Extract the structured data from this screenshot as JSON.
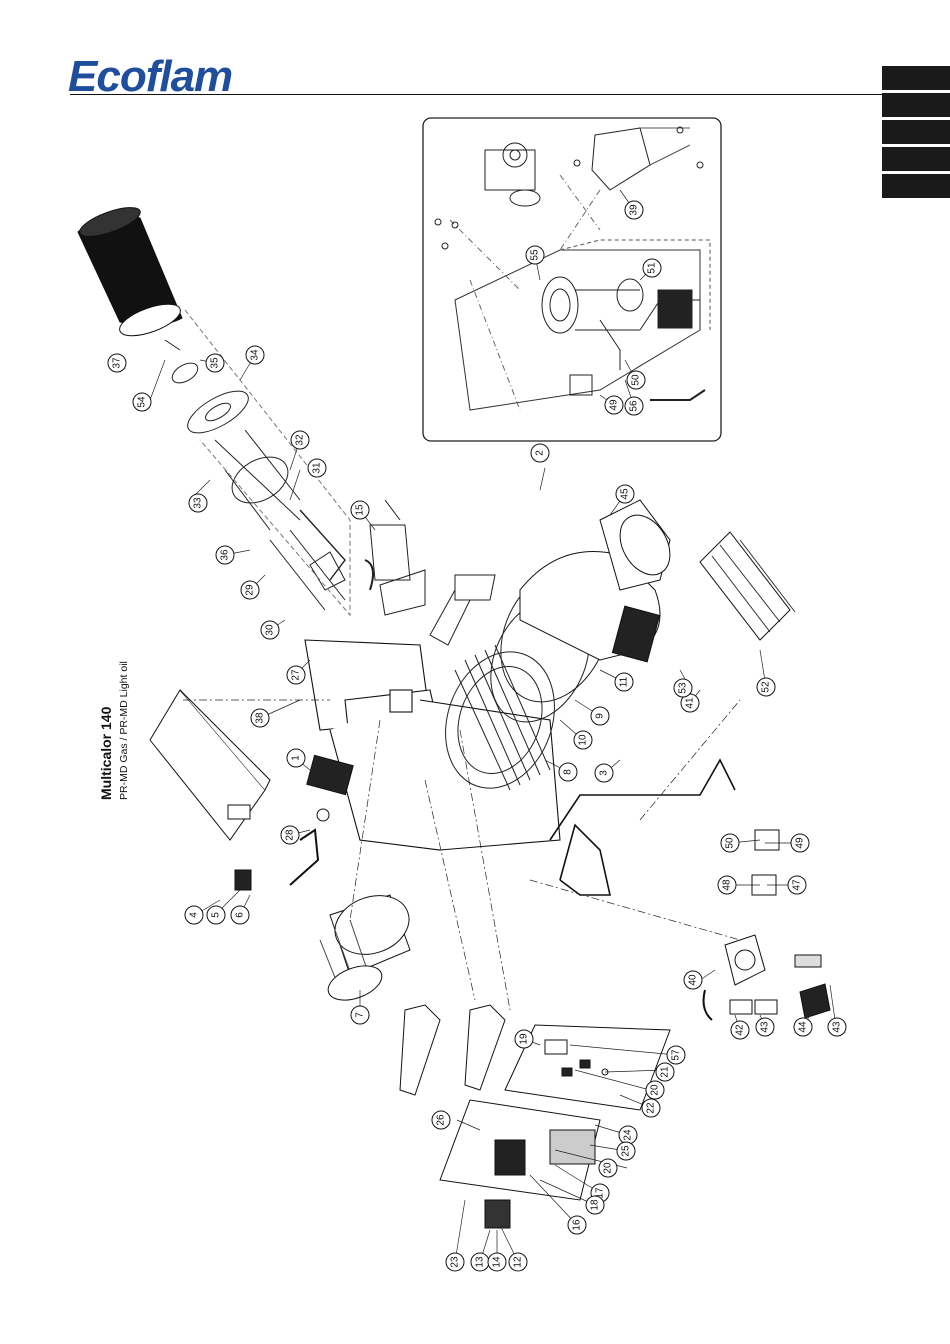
{
  "brand": {
    "name": "Ecoflam",
    "color": "#1f4f9c"
  },
  "title": {
    "model": "Multicalor 140",
    "subtitle": "PR-MD Gas / PR-MD Light oil"
  },
  "side_tabs": {
    "count": 5,
    "color": "#1a1a1a"
  },
  "callout_labels": [
    "1",
    "2",
    "3",
    "4",
    "5",
    "6",
    "7",
    "8",
    "9",
    "10",
    "11",
    "12",
    "13",
    "14",
    "15",
    "16",
    "17",
    "18",
    "19",
    "20",
    "20",
    "21",
    "22",
    "23",
    "24",
    "25",
    "26",
    "27",
    "28",
    "29",
    "30",
    "31",
    "32",
    "33",
    "34",
    "35",
    "36",
    "37",
    "38",
    "39",
    "40",
    "41",
    "42",
    "43",
    "43",
    "44",
    "45",
    "47",
    "48",
    "49",
    "49",
    "50",
    "50",
    "51",
    "52",
    "53",
    "54",
    "55",
    "56",
    "57"
  ]
}
